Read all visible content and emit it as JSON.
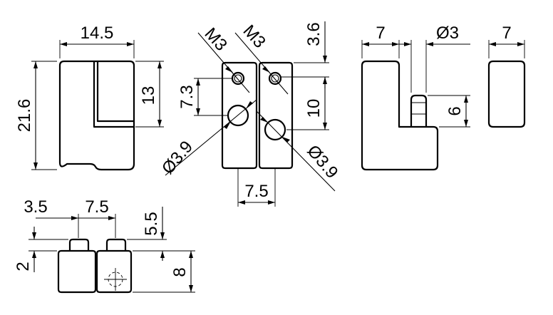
{
  "dimensions": {
    "front_width": "14.5",
    "front_height": "21.6",
    "front_slot": "13",
    "m3_left": "M3",
    "m3_right": "M3",
    "top_offset": "3.6",
    "hole_spacing_v": "7.3",
    "side_height": "10",
    "hole_left": "Ø3.9",
    "hole_right": "Ø3.9",
    "hole_spacing_h": "7.5",
    "side_width": "7",
    "pin_diameter": "Ø3",
    "pin_height": "6",
    "end_width": "7",
    "bottom_left_offset": "3.5",
    "bottom_spacing": "7.5",
    "bottom_top_gap": "5.5",
    "bottom_step": "2",
    "bottom_height": "8"
  }
}
